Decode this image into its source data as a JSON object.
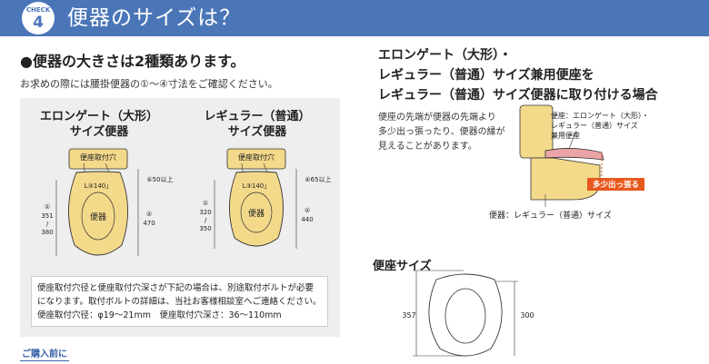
{
  "header": {
    "check_label": "CHECK",
    "check_number": "4",
    "title": "便器のサイズは？"
  },
  "left": {
    "heading": "●便器の大きさは2種類あります。",
    "note": "お求めの際には腰掛便器の①～④寸法をご確認ください。",
    "bowls": [
      {
        "title_line1": "エロンゲート（大形）",
        "title_line2": "サイズ便器",
        "hole_label": "便座取付穴",
        "inner_label": "L③140」",
        "center_label": "便器",
        "dim1_num": "①",
        "dim1_a": "351",
        "dim1_sep": "/",
        "dim1_b": "380",
        "dim2_num": "②",
        "dim2_val": "470",
        "dim4": "④50以上"
      },
      {
        "title_line1": "レギュラー（普通）",
        "title_line2": "サイズ便器",
        "hole_label": "便座取付穴",
        "inner_label": "L③140」",
        "center_label": "便器",
        "dim1_num": "①",
        "dim1_a": "320",
        "dim1_sep": "/",
        "dim1_b": "350",
        "dim2_num": "②",
        "dim2_val": "440",
        "dim4": "④65以上"
      }
    ],
    "notice": {
      "line1": "便座取付穴径と便座取付穴深さが下記の場合は、別途取付ボルトが必要",
      "line2": "になります。取付ボルトの詳細は、当社お客様相談室へご連絡ください。",
      "line3": "便座取付穴径：φ19～21mm　便座取付穴深さ：36～110mm"
    },
    "pre_purchase": "ご購入前に"
  },
  "right": {
    "heading_line1": "エロンゲート（大形）・",
    "heading_line2": "レギュラー（普通）サイズ兼用便座を",
    "heading_line3": "レギュラー（普通）サイズ便器に取り付ける場合",
    "desc_line1": "便座の先端が便器の先端より",
    "desc_line2": "多少出っ張ったり、便器の縁が",
    "desc_line3": "見えることがあります。",
    "seat_label_line1": "便座：エロンゲート（大形）・",
    "seat_label_line2": "レギュラー（普通）サイズ",
    "seat_label_line3": "兼用便座",
    "tag": "多少出っ張る",
    "bowl_label": "便器：レギュラー（普通）サイズ",
    "seat_size_heading": "便座サイズ",
    "seat_dim_left": "357",
    "seat_dim_right": "300"
  },
  "colors": {
    "header_bg": "#4a76b8",
    "bowl_fill": "#f3d98a",
    "seat_pink": "#eaa3a6",
    "tag_bg": "#e8571d",
    "panel_bg": "#eeeeee"
  }
}
